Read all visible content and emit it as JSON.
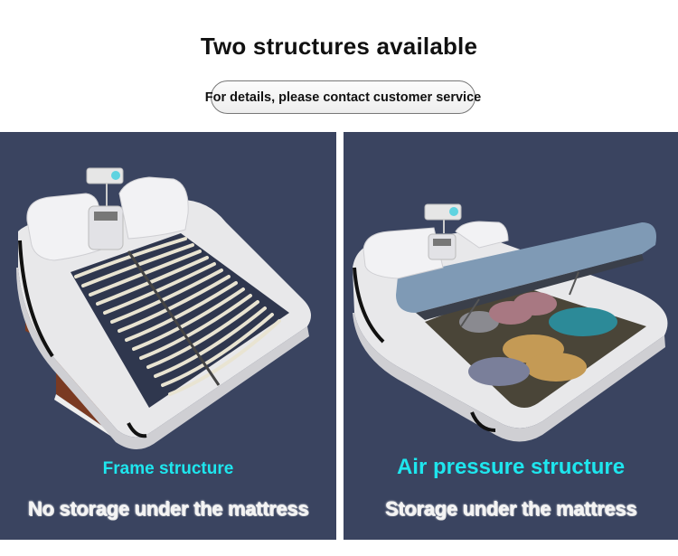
{
  "header": {
    "title": "Two structures available",
    "contact_pill": "For details, please contact customer service"
  },
  "panels": [
    {
      "image": "bed-frame-slats-image",
      "structure_label": "Frame structure",
      "description": "No storage under the mattress"
    },
    {
      "image": "bed-air-pressure-storage-image",
      "structure_label": "Air pressure structure",
      "description": "Storage under the mattress"
    }
  ],
  "colors": {
    "panel_bg": "#3a4460",
    "accent_cyan": "#1ee6ee",
    "caption_white": "#f4f4f4"
  }
}
